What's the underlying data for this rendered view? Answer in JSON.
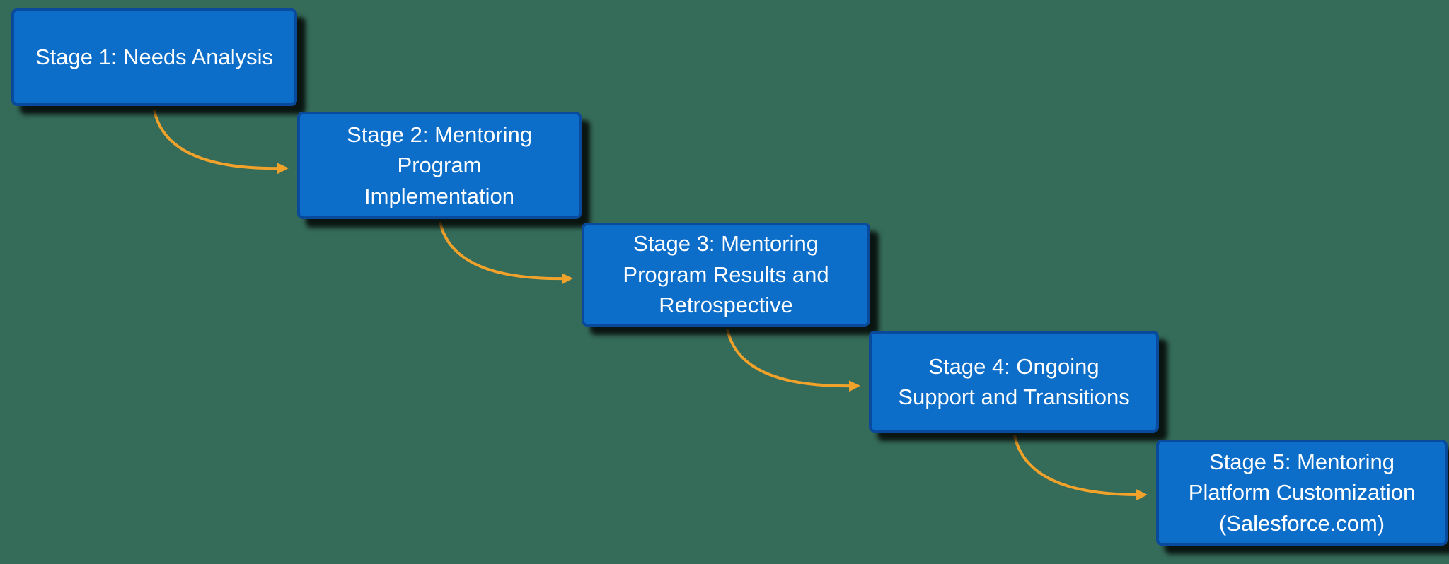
{
  "diagram": {
    "type": "staircase-process-flow",
    "stages": [
      {
        "label": "Stage 1: Needs Analysis"
      },
      {
        "label": "Stage 2: Mentoring\nProgram\nImplementation"
      },
      {
        "label": "Stage 3: Mentoring\nProgram Results and\nRetrospective"
      },
      {
        "label": "Stage 4: Ongoing\nSupport and Transitions"
      },
      {
        "label": "Stage 5: Mentoring\nPlatform Customization\n(Salesforce.com)"
      }
    ],
    "colors": {
      "background": "#356b59",
      "box_fill": "#0c6ec8",
      "box_border": "#0a4a9c",
      "box_text": "#ffffff",
      "arrow": "#f0a22b",
      "shadow": "#000000"
    }
  }
}
